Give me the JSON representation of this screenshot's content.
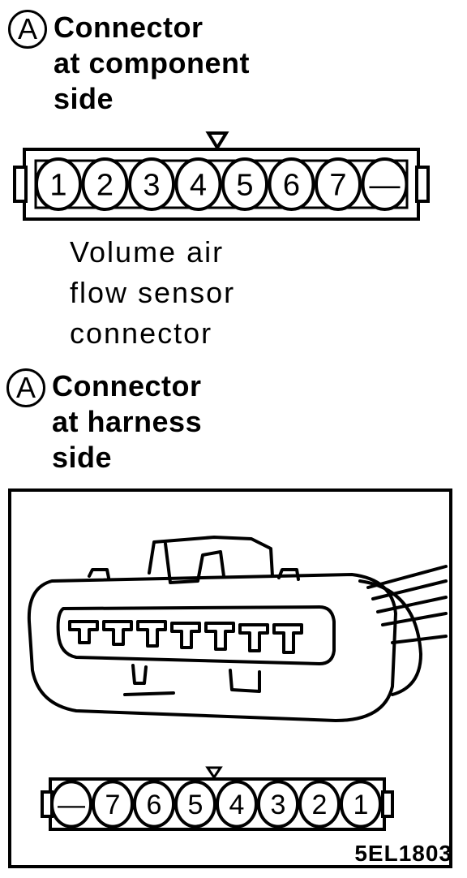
{
  "component": {
    "marker": "A",
    "title_lines": [
      "Connector",
      "at component",
      "side"
    ],
    "pins": [
      "1",
      "2",
      "3",
      "4",
      "5",
      "6",
      "7",
      "—"
    ]
  },
  "sensor": {
    "label_lines": [
      "Volume air",
      "flow sensor",
      "connector"
    ]
  },
  "harness": {
    "marker": "A",
    "title_lines": [
      "Connector",
      "at harness",
      "side"
    ],
    "pins": [
      "—",
      "7",
      "6",
      "5",
      "4",
      "3",
      "2",
      "1"
    ]
  },
  "figure_code": "5EL1803"
}
